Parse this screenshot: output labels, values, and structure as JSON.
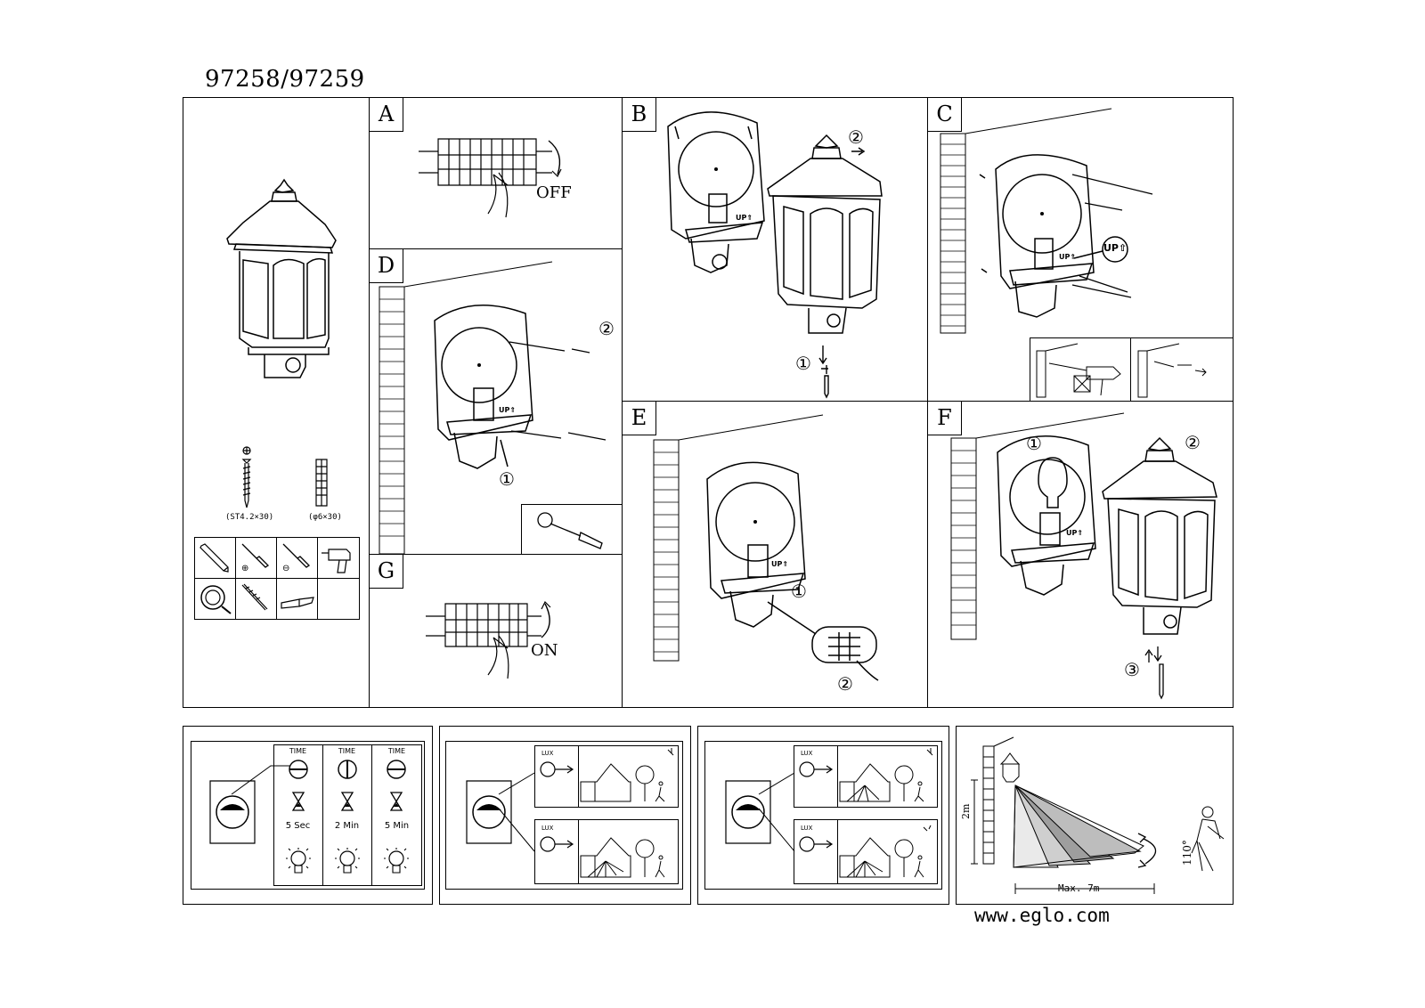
{
  "header": {
    "model": "97258/97259"
  },
  "steps": {
    "A": {
      "label": "A",
      "switch_text": "OFF"
    },
    "B": {
      "label": "B",
      "num1": "①",
      "num2": "②",
      "up_tag": "UP⇑"
    },
    "C": {
      "label": "C",
      "up_callout": "UP⇧",
      "up_tag": "UP⇑"
    },
    "D": {
      "label": "D",
      "num1": "①",
      "num2": "②",
      "up_tag": "UP⇑"
    },
    "E": {
      "label": "E",
      "num1": "①",
      "num2": "②",
      "up_tag": "UP⇑"
    },
    "F": {
      "label": "F",
      "num1": "①",
      "num2": "②",
      "num3": "③",
      "up_tag": "UP⇑"
    },
    "G": {
      "label": "G",
      "switch_text": "ON"
    }
  },
  "parts": {
    "screw": "(ST4.2×30)",
    "dowel": "(φ6×30)"
  },
  "tools": [
    "pencil-icon",
    "phillips-screwdriver-icon",
    "flat-screwdriver-icon",
    "drill-icon",
    "tape-measure-icon",
    "drill-bit-icon",
    "knife-icon"
  ],
  "sensor_time": {
    "dial_label": "TIME",
    "columns": [
      {
        "time": "5 Sec"
      },
      {
        "time": "2 Min"
      },
      {
        "time": "5 Min"
      }
    ]
  },
  "sensor_lux": {
    "dial_label": "LUX"
  },
  "range": {
    "height": "2m",
    "max": "Max. 7m",
    "angle": "110°"
  },
  "footer": {
    "website": "www.eglo.com"
  }
}
